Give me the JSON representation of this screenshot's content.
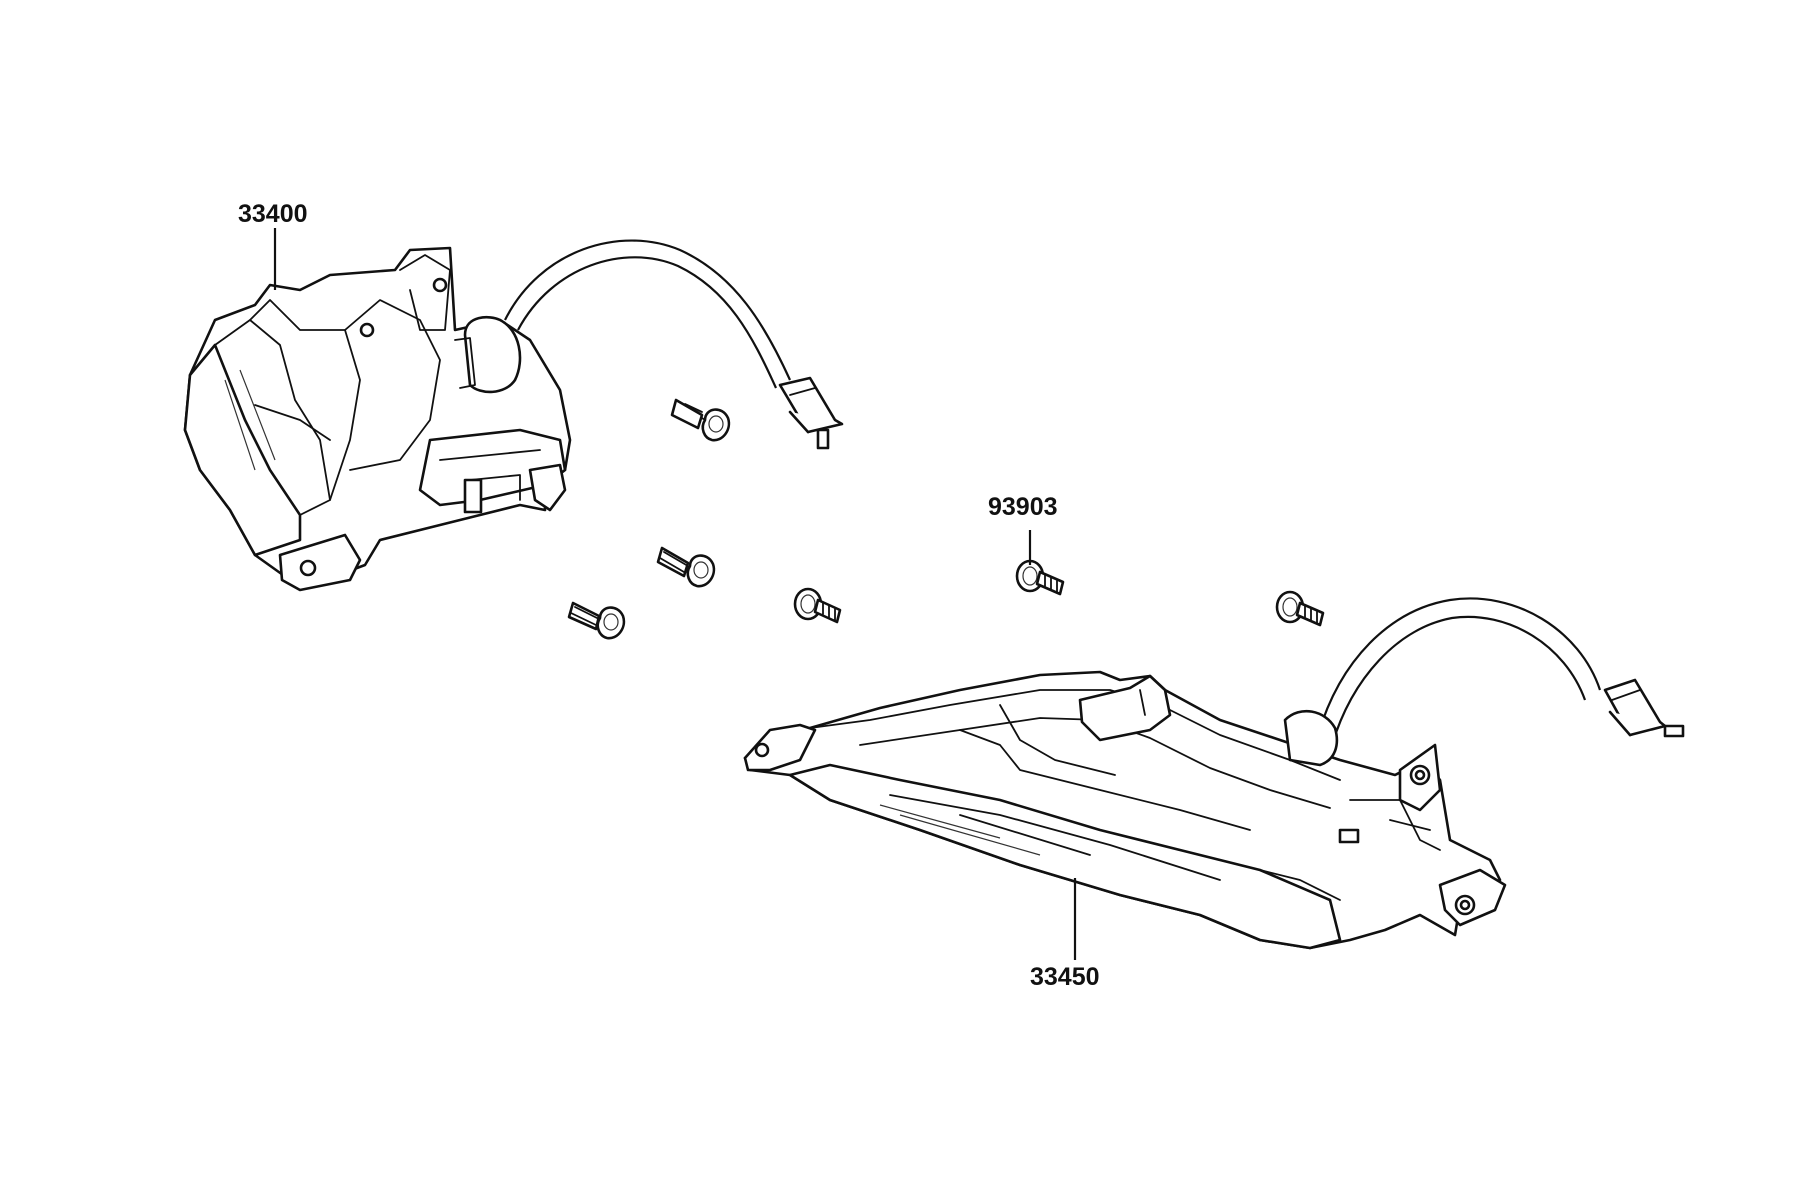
{
  "diagram": {
    "parts": [
      {
        "id": "front-turn-signal-assembly",
        "number": "33400"
      },
      {
        "id": "screw",
        "number": "93903"
      },
      {
        "id": "rear-turn-signal-assembly",
        "number": "33450"
      }
    ]
  },
  "colors": {
    "line": "#111111",
    "background": "#ffffff"
  }
}
